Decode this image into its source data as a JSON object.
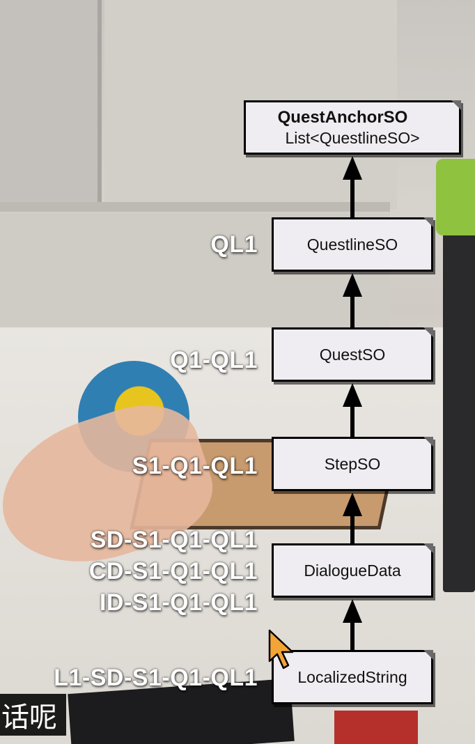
{
  "diagram": {
    "nodes": [
      {
        "id": "anchor",
        "title": "QuestAnchorSO",
        "subtitle": "List<QuestlineSO>"
      },
      {
        "id": "questline",
        "title": "QuestlineSO"
      },
      {
        "id": "quest",
        "title": "QuestSO"
      },
      {
        "id": "step",
        "title": "StepSO"
      },
      {
        "id": "dialogue",
        "title": "DialogueData"
      },
      {
        "id": "localized",
        "title": "LocalizedString"
      }
    ],
    "edges": [
      {
        "from": "questline",
        "to": "anchor"
      },
      {
        "from": "quest",
        "to": "questline"
      },
      {
        "from": "step",
        "to": "quest"
      },
      {
        "from": "dialogue",
        "to": "step"
      },
      {
        "from": "localized",
        "to": "dialogue"
      }
    ],
    "labels": {
      "questline": [
        "QL1"
      ],
      "quest": [
        "Q1-QL1"
      ],
      "step": [
        "S1-Q1-QL1"
      ],
      "dialogue": [
        "SD-S1-Q1-QL1",
        "CD-S1-Q1-QL1",
        "ID-S1-Q1-QL1"
      ],
      "localized": [
        "L1-SD-S1-Q1-QL1"
      ]
    }
  },
  "subtitle_text": "话呢",
  "colors": {
    "node_fill": "#efedf1",
    "node_border": "#000000",
    "arrow": "#000000",
    "label_text": "#ffffff"
  }
}
